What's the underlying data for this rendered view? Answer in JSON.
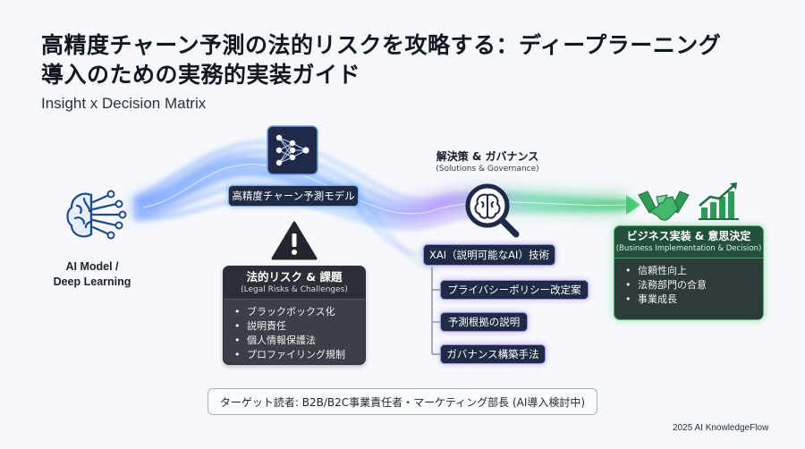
{
  "title_line1": "高精度チャーン予測の法的リスクを攻略する：ディープラーニング",
  "title_line2": "導入のための実務的実装ガイド",
  "subtitle": "Insight x Decision Matrix",
  "ai_model_label_1": "AI Model /",
  "ai_model_label_2": "Deep Learning",
  "model_pill": "高精度チャーン予測モデル",
  "risk_card": {
    "title": "法的リスク & 課題",
    "subtitle": "(Legal Risks & Challenges)",
    "items": [
      "ブラックボックス化",
      "説明責任",
      "個人情報保護法",
      "プロファイリング規制"
    ]
  },
  "solutions": {
    "title": "解決策 & ガバナンス",
    "subtitle": "(Solutions & Governance)",
    "xai_label": "XAI（説明可能なAI）技術",
    "items": [
      "プライバシーポリシー改定案",
      "予測根拠の説明",
      "ガバナンス構築手法"
    ]
  },
  "business_card": {
    "title": "ビジネス実装 & 意思決定",
    "subtitle": "(Business Implementation & Decision)",
    "items": [
      "信頼性向上",
      "法務部門の合意",
      "事業成長"
    ]
  },
  "audience": "ターゲット読者: B2B/B2C事業責任者・マーケティング部長 (AI導入検討中)",
  "footer": "2025 AI KnowledgeFlow",
  "colors": {
    "dark_navy": "#1f2a44",
    "glow_blue": "#5aa0ff",
    "glow_violet": "#8a5cff",
    "glow_green": "#3fc46a",
    "warning_dark": "#22262c"
  },
  "icons": {
    "brain": "brain-circuit-icon",
    "network": "neural-network-icon",
    "warning": "warning-triangle-icon",
    "search_brain": "magnifier-brain-icon",
    "handshake": "handshake-icon",
    "growth_chart": "growth-bar-chart-icon"
  }
}
